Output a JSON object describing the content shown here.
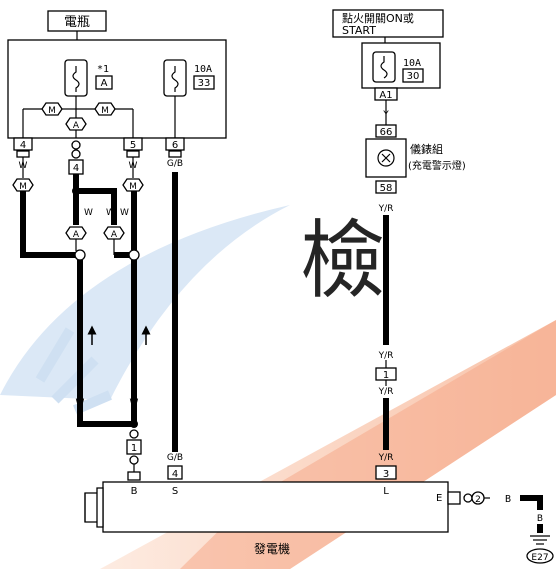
{
  "battery": {
    "label": "電瓶"
  },
  "ignition": {
    "label_line1": "點火開關ON或",
    "label_line2": "START"
  },
  "fuses": {
    "f1": {
      "rating": "*1",
      "id": "A"
    },
    "f2": {
      "rating": "10A",
      "id": "33"
    },
    "f3": {
      "rating": "10A",
      "id": "30"
    }
  },
  "markers": {
    "m": "M",
    "a": "A"
  },
  "battery_connectors": {
    "c4": "4",
    "c5": "5",
    "c6": "6",
    "c4b": "4"
  },
  "meter_connector": "A1",
  "meter_pins": {
    "top": "66",
    "bottom": "58"
  },
  "meter": {
    "line1": "儀錶組",
    "line2": "(充電警示燈)"
  },
  "inline_connector": "1",
  "gen_connectors": {
    "c1": "1",
    "c4": "4",
    "c3": "3",
    "c2": "2"
  },
  "wire_colors": {
    "w": "W",
    "gb": "G/B",
    "y": "Y",
    "yr": "Y/R",
    "b": "B"
  },
  "generator": {
    "label": "發電機",
    "term_b": "B",
    "term_s": "S",
    "term_l": "L",
    "term_e": "E"
  },
  "ground": {
    "id": "E27"
  },
  "watermark": {
    "chars": [
      "檢"
    ],
    "color_blue": "#bfd7ee",
    "color_orange": "#fbd7c2"
  }
}
